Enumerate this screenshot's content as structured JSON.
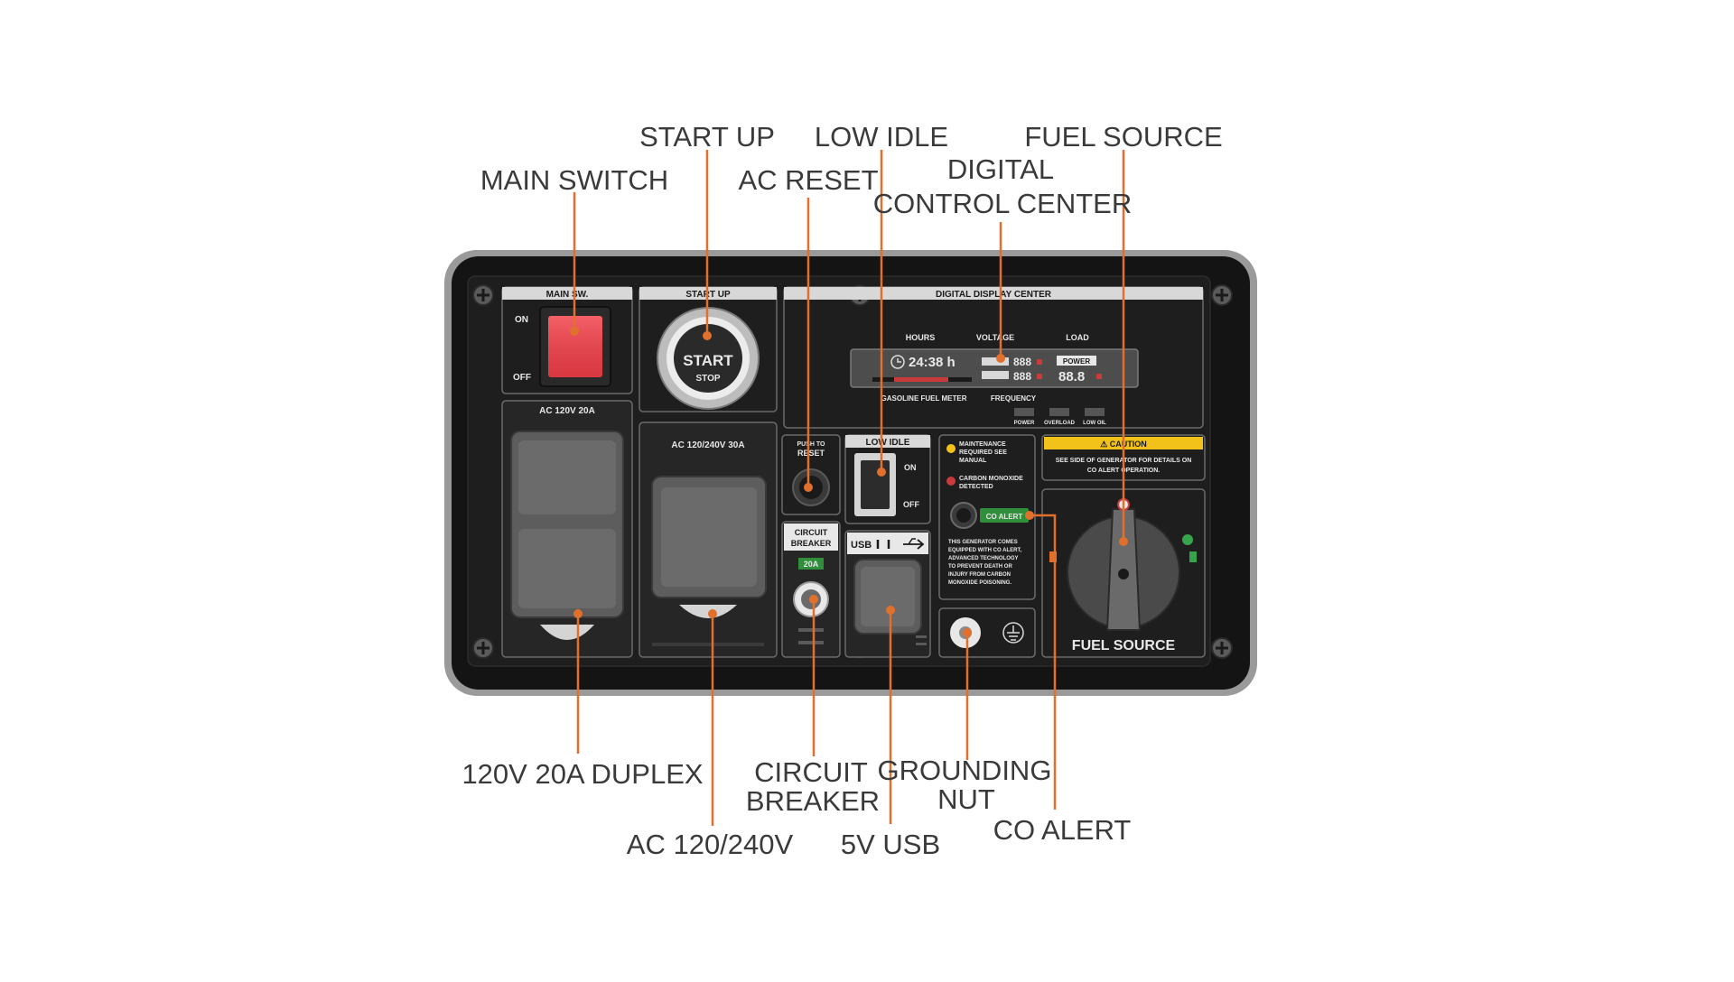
{
  "callouts": {
    "main_switch": "MAIN SWITCH",
    "start_up": "START UP",
    "low_idle": "LOW IDLE",
    "ac_reset": "AC RESET",
    "digital_control_center_line1": "DIGITAL",
    "digital_control_center_line2": "CONTROL CENTER",
    "fuel_source": "FUEL SOURCE",
    "duplex_120v": "120V 20A DUPLEX",
    "ac_120_240v": "AC 120/240V",
    "circuit_breaker_line1": "CIRCUIT",
    "circuit_breaker_line2": "BREAKER",
    "usb_5v": "5V USB",
    "grounding_nut_line1": "GROUNDING",
    "grounding_nut_line2": "NUT",
    "co_alert": "CO ALERT"
  },
  "panel": {
    "main_sw_header": "MAIN SW.",
    "on": "ON",
    "off": "OFF",
    "start_up_header": "START UP",
    "start_label": "START",
    "stop_label": "STOP",
    "digital_display_header": "DIGITAL DISPLAY CENTER",
    "hours_label": "HOURS",
    "voltage_label": "VOLTAGE",
    "load_label": "LOAD",
    "hours_value": "24:38 h",
    "voltage_value": "888",
    "frequency_value": "888",
    "power_box": "POWER",
    "load_value": "88.8",
    "gasoline_fuel_meter": "GASOLINE FUEL METER",
    "frequency_label": "FREQUENCY",
    "indicator_power": "POWER",
    "indicator_overload": "OVERLOAD",
    "indicator_low_oil": "LOW OIL",
    "ac_120v_20a": "AC 120V 20A",
    "ac_120_240v_30a": "AC 120/240V 30A",
    "push_to_reset_line1": "PUSH TO",
    "push_to_reset_line2": "RESET",
    "low_idle_header": "LOW IDLE",
    "circuit_breaker_header_line1": "CIRCUIT",
    "circuit_breaker_header_line2": "BREAKER",
    "breaker_rating": "20A",
    "usb_label": "USB",
    "maintenance_line1": "MAINTENANCE",
    "maintenance_line2": "REQUIRED SEE",
    "maintenance_line3": "MANUAL",
    "co_detected_line1": "CARBON MONOXIDE",
    "co_detected_line2": "DETECTED",
    "co_alert_button": "CO ALERT",
    "co_info_line1": "THIS GENERATOR COMES",
    "co_info_line2": "EQUIPPED WITH CO ALERT,",
    "co_info_line3": "ADVANCED TECHNOLOGY",
    "co_info_line4": "TO PREVENT DEATH OR",
    "co_info_line5": "INJURY FROM CARBON",
    "co_info_line6": "MONOXIDE POISONING.",
    "caution_title": "⚠ CAUTION",
    "caution_line1": "SEE SIDE OF GENERATOR FOR DETAILS ON",
    "caution_line2": "CO ALERT OPERATION.",
    "fuel_source_label": "FUEL SOURCE"
  },
  "colors": {
    "accent": "#e0702c",
    "panel": "#161616",
    "caution": "#f2c21b",
    "switch_red": "#e8414a",
    "led_green": "#37a34a",
    "co_button_green": "#2f8f3b"
  }
}
